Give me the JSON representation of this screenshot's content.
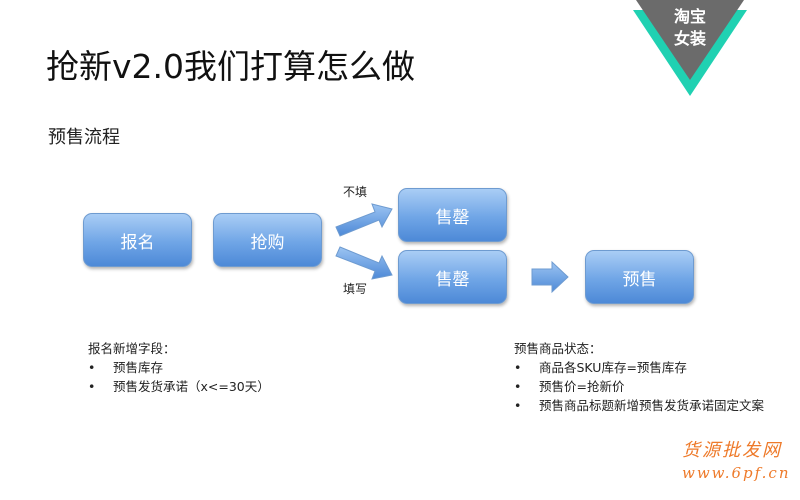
{
  "slide": {
    "title": "抢新v2.0我们打算怎么做",
    "subtitle": "预售流程",
    "logo": {
      "line1": "淘宝",
      "line2": "女装",
      "colors": {
        "triangle": "#6b6b6b",
        "accent": "#20d1b2"
      }
    },
    "flow": {
      "signup": "报名",
      "grab": "抢购",
      "soldout_top": "售罄",
      "soldout_bottom": "售罄",
      "presale": "预售",
      "label_not_fill": "不填",
      "label_fill": "填写"
    },
    "left_note": {
      "heading": "报名新增字段：",
      "items": [
        "预售库存",
        "预售发货承诺（x<=30天）"
      ]
    },
    "right_note": {
      "heading": "预售商品状态：",
      "items": [
        "商品各SKU库存=预售库存",
        "预售价=抢新价",
        "预售商品标题新增预售发货承诺固定文案"
      ]
    },
    "bullet": "•",
    "watermark": {
      "line1": "货源批发网",
      "line2": "www.6pf.cn"
    }
  }
}
